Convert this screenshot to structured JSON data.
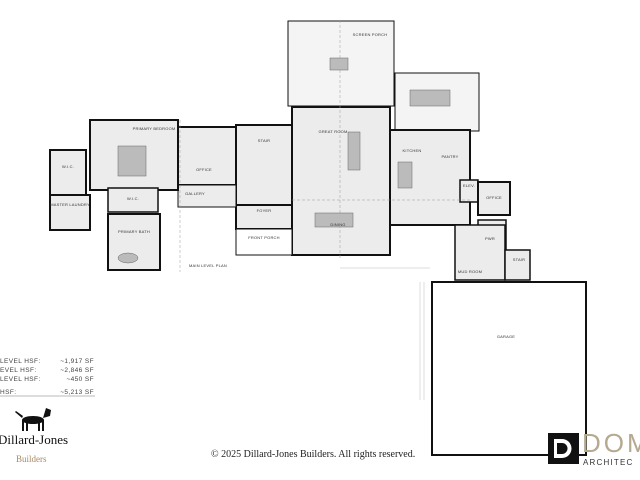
{
  "plan": {
    "title": "MAIN LEVEL PLAN",
    "rooms": {
      "screen_porch": "SCREEN PORCH",
      "great_room": "GREAT ROOM",
      "kitchen": "KITCHEN",
      "pantry": "PANTRY",
      "dining": "DINING",
      "elevator": "ELEV.",
      "office_east": "OFFICE",
      "powder": "PWR",
      "mud_room": "MUD ROOM",
      "stair_east": "STAIR",
      "garage": "GARAGE",
      "stair": "STAIR",
      "foyer": "FOYER",
      "front_porch": "FRONT PORCH",
      "office": "OFFICE",
      "gallery": "GALLERY",
      "primary_bedroom": "PRIMARY BEDROOM",
      "wic_left": "W.I.C.",
      "master_laundry": "MASTER LAUNDRY",
      "wic_center": "W.I.C.",
      "primary_bath": "PRIMARY BATH"
    }
  },
  "square_footage": [
    {
      "label": "LEVEL HSF:",
      "value": "~1,917 SF"
    },
    {
      "label": "EVEL HSF:",
      "value": "~2,846 SF"
    },
    {
      "label": "LEVEL HSF:",
      "value": "~450 SF"
    },
    {
      "label": "HSF:",
      "value": "~5,213 SF"
    }
  ],
  "copyright": "© 2025 Dillard-Jones Builders. All rights reserved.",
  "builder_logo": {
    "name": "Dillard-Jones",
    "sub": "Builders"
  },
  "architect_logo": {
    "name": "DOM",
    "sub": "ARCHITEC"
  },
  "colors": {
    "wall": "#111111",
    "floor": "#ececec",
    "builder_accent": "#a88a62",
    "architect_accent": "#b5a990"
  }
}
